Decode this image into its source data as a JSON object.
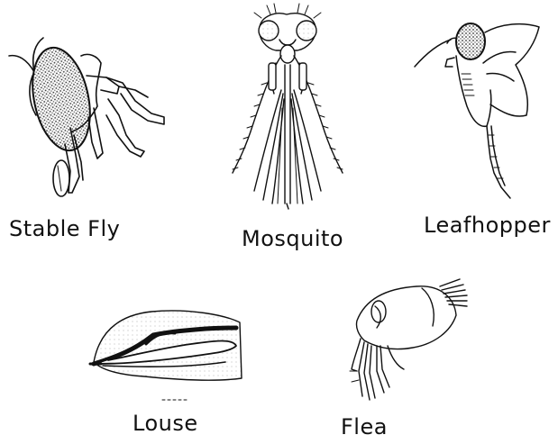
{
  "labels": {
    "stable_fly": "Stable Fly",
    "mosquito": "Mosquito",
    "leafhopper": "Leafhopper",
    "louse": "Louse",
    "flea": "Flea"
  },
  "colors": {
    "ink": "#111111",
    "stipple": "#6b6b6b"
  }
}
